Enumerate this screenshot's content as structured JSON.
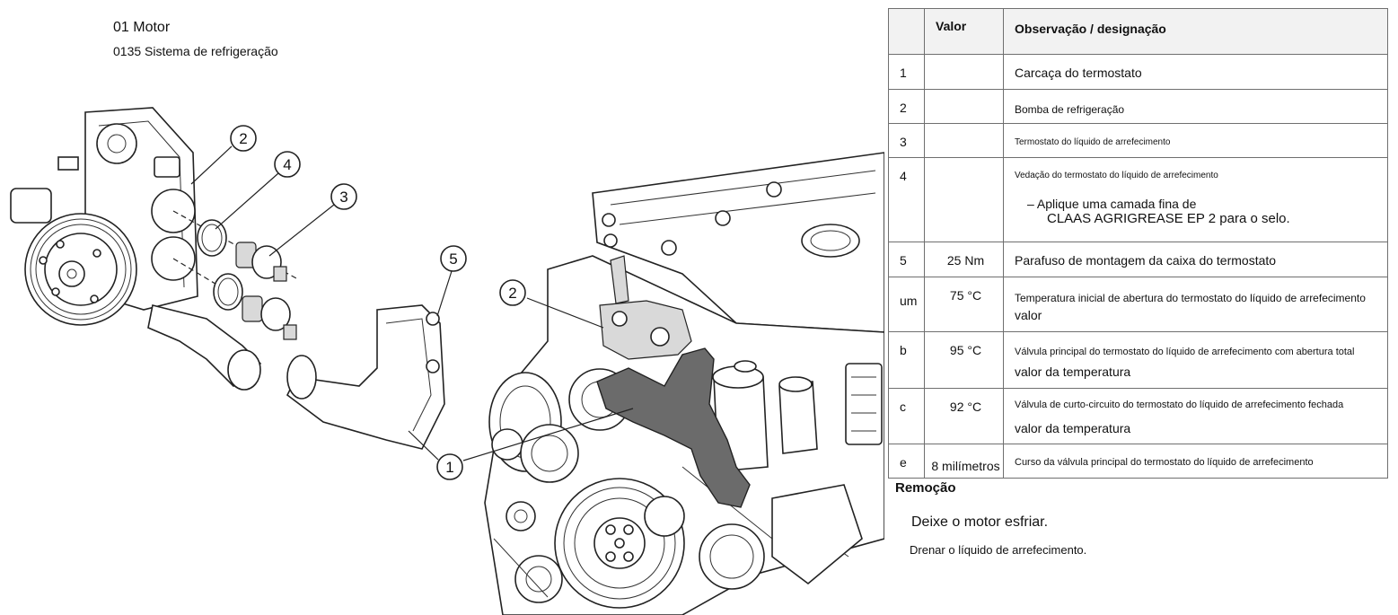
{
  "header": {
    "chapter": "01 Motor",
    "section": "0135 Sistema de refrigeração"
  },
  "callouts": [
    "1",
    "2",
    "3",
    "4",
    "5"
  ],
  "table": {
    "headers": [
      "",
      "Valor",
      "Observação / designação"
    ],
    "rows": [
      {
        "id": "1",
        "value": "",
        "description": "Carcaça do termostato"
      },
      {
        "id": "2",
        "value": "",
        "description": "Bomba de refrigeração"
      },
      {
        "id": "3",
        "value": "",
        "description": "Termostato do líquido de arrefecimento"
      },
      {
        "id": "4",
        "value": "",
        "description": "Vedação do termostato do líquido de arrefecimento",
        "note_line1": "– Aplique uma camada fina de",
        "note_line2": "CLAAS AGRIGREASE EP 2 para o selo."
      },
      {
        "id": "5",
        "value": "25 Nm",
        "description": "Parafuso de montagem da caixa do termostato"
      },
      {
        "id": "um",
        "value": "75 °C",
        "description": "Temperatura inicial de abertura do termostato do líquido de arrefecimento",
        "description_line2": "valor"
      },
      {
        "id": "b",
        "value": "95 °C",
        "description": "Válvula principal do termostato do líquido de arrefecimento com abertura total",
        "description_line2": "valor da temperatura"
      },
      {
        "id": "c",
        "value": "92 °C",
        "description": "Válvula de curto-circuito do termostato do líquido de arrefecimento fechada",
        "description_line2": "valor da temperatura"
      },
      {
        "id": "e",
        "value": "8 milímetros",
        "description": "Curso da válvula principal do termostato do líquido de arrefecimento"
      }
    ]
  },
  "removal": {
    "title": "Remoção",
    "step1": "Deixe o motor esfriar.",
    "step2": "Drenar o líquido de arrefecimento."
  }
}
